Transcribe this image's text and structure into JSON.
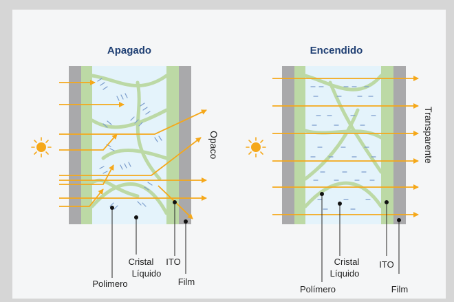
{
  "left_panel": {
    "title": "Apagado",
    "state_label": "Opaco",
    "labels": {
      "liquid_crystal_line1": "Cristal",
      "liquid_crystal_line2": "Líquido",
      "ito": "ITO",
      "polymer": "Polimero",
      "film": "Film"
    }
  },
  "right_panel": {
    "title": "Encendido",
    "state_label": "Transparente",
    "labels": {
      "liquid_crystal_line1": "Cristal",
      "liquid_crystal_line2": "Líquido",
      "ito": "ITO",
      "polymer": "Polímero",
      "film": "Film"
    }
  },
  "icons": [
    "sun-icon",
    "arrow-icon"
  ],
  "colors": {
    "background": "#d6d6d6",
    "card": "#f5f6f7",
    "film": "#a9a9ab",
    "ito": "#bcd9a5",
    "liquid": "#e4f3fb",
    "polymer": "#bcd9a5",
    "light": "#f5a81a",
    "title": "#1f3f73",
    "crystal_dash": "#7a9ccc"
  }
}
